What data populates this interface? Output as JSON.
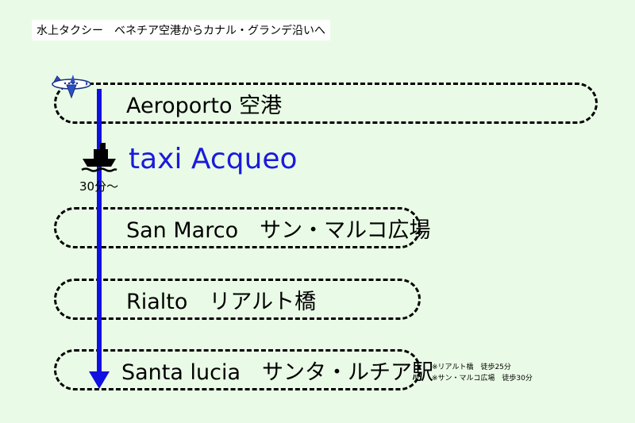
{
  "header": {
    "title": "水上タクシー　ベネチア空港からカナル・グランデ沿いへ"
  },
  "route": {
    "stops": [
      {
        "label": "Aeroporto 空港"
      },
      {
        "label": "San Marco　サン・マルコ広場"
      },
      {
        "label": "Rialto　リアルト橋"
      },
      {
        "label": "Santa lucia　サンタ・ルチア駅"
      }
    ],
    "transport": {
      "label": "taxi Acqueo",
      "duration": "30分～",
      "icon": "boat-icon"
    },
    "start_icon": "airplane-icon",
    "notes": [
      "※リアルト橋　徒歩25分",
      "※サン・マルコ広場　徒歩30分"
    ],
    "arrow_color": "#1010e0",
    "text_color": "#1a1adc"
  }
}
